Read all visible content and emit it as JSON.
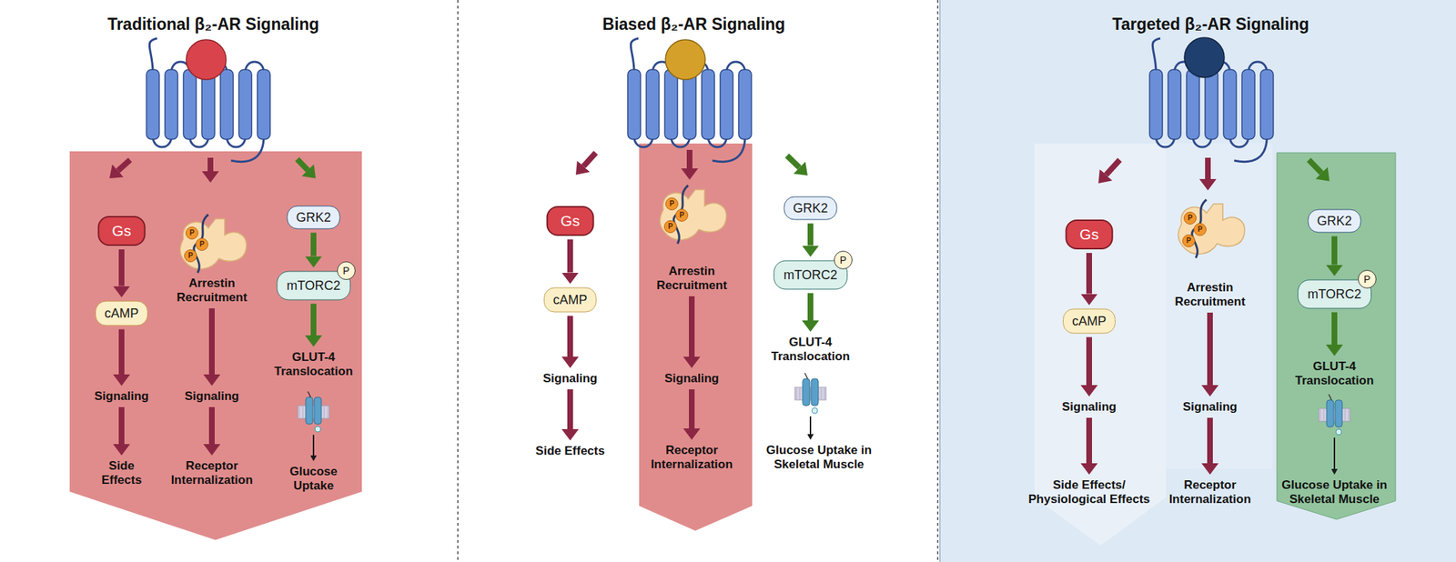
{
  "diagram": {
    "nodes": [
      {
        "text": [
          "Gs"
        ]
      },
      {
        "text": [
          "cAMP"
        ]
      },
      {
        "text": [
          "Signaling"
        ]
      },
      {
        "text": [
          "Side Effects"
        ]
      },
      {
        "text": [
          "Arrestin Recruitment"
        ]
      },
      {
        "text": [
          "Signaling"
        ]
      },
      {
        "text": [
          "Receptor Internalization"
        ]
      },
      {
        "text": [
          "GRK2"
        ]
      },
      {
        "text": [
          "mTORC2"
        ]
      },
      {
        "text": [
          "GLUT-4 Translocation"
        ]
      },
      {
        "text": [
          "Glucose Uptake"
        ]
      },
      {
        "text": [
          "Gs"
        ]
      },
      {
        "text": [
          "cAMP"
        ]
      },
      {
        "text": [
          "Signaling"
        ]
      },
      {
        "text": [
          "Side Effects"
        ]
      },
      {
        "text": [
          "Arrestin Recruitment"
        ]
      },
      {
        "text": [
          "Signaling"
        ]
      },
      {
        "text": [
          "Receptor Internalization"
        ]
      },
      {
        "text": [
          "GRK2"
        ]
      },
      {
        "text": [
          "mTORC2"
        ]
      },
      {
        "text": [
          "GLUT-4 Translocation"
        ]
      },
      {
        "text": [
          "Glucose Uptake in Skeletal Muscle"
        ]
      },
      {
        "text": [
          "Gs"
        ]
      },
      {
        "text": [
          "cAMP"
        ]
      },
      {
        "text": [
          "Signaling"
        ]
      },
      {
        "text": [
          "Side Effects/ Physiological Effects"
        ]
      },
      {
        "text": [
          "Arrestin Recruitment"
        ]
      },
      {
        "text": [
          "Signaling"
        ]
      },
      {
        "text": [
          "Receptor Internalization"
        ]
      },
      {
        "text": [
          "GRK2"
        ]
      },
      {
        "text": [
          "mTORC2"
        ]
      },
      {
        "text": [
          "GLUT-4 Translocation"
        ]
      },
      {
        "text": [
          "Glucose Uptake in Skeletal Muscle"
        ]
      }
    ],
    "edges": [
      {
        "from": 0,
        "to": 1,
        "arrow": "to"
      },
      {
        "from": 1,
        "to": 2,
        "arrow": "to"
      },
      {
        "from": 2,
        "to": 3,
        "arrow": "to"
      },
      {
        "from": 4,
        "to": 5,
        "arrow": "to"
      },
      {
        "from": 5,
        "to": 6,
        "arrow": "to"
      },
      {
        "from": 7,
        "to": 8,
        "arrow": "to"
      },
      {
        "from": 8,
        "to": 9,
        "arrow": "to"
      },
      {
        "from": 9,
        "to": 10,
        "arrow": "to"
      },
      {
        "from": 11,
        "to": 12,
        "arrow": "to"
      },
      {
        "from": 12,
        "to": 13,
        "arrow": "to"
      },
      {
        "from": 13,
        "to": 14,
        "arrow": "to"
      },
      {
        "from": 15,
        "to": 16,
        "arrow": "to"
      },
      {
        "from": 16,
        "to": 17,
        "arrow": "to"
      },
      {
        "from": 18,
        "to": 19,
        "arrow": "to"
      },
      {
        "from": 19,
        "to": 20,
        "arrow": "to"
      },
      {
        "from": 20,
        "to": 21,
        "arrow": "to"
      },
      {
        "from": 22,
        "to": 23,
        "arrow": "to"
      },
      {
        "from": 23,
        "to": 24,
        "arrow": "to"
      },
      {
        "from": 24,
        "to": 25,
        "arrow": "to"
      },
      {
        "from": 26,
        "to": 27,
        "arrow": "to"
      },
      {
        "from": 27,
        "to": 28,
        "arrow": "to"
      },
      {
        "from": 29,
        "to": 30,
        "arrow": "to"
      },
      {
        "from": 30,
        "to": 31,
        "arrow": "to"
      },
      {
        "from": 31,
        "to": 32,
        "arrow": "to"
      }
    ],
    "labels": [
      "Traditional β₂-AR Signaling",
      "Biased β₂-AR Signaling",
      "Targeted β₂-AR Signaling",
      "P",
      "P",
      "P",
      "P",
      "P",
      "P",
      "P",
      "P",
      "P",
      "P",
      "P",
      "P"
    ]
  }
}
